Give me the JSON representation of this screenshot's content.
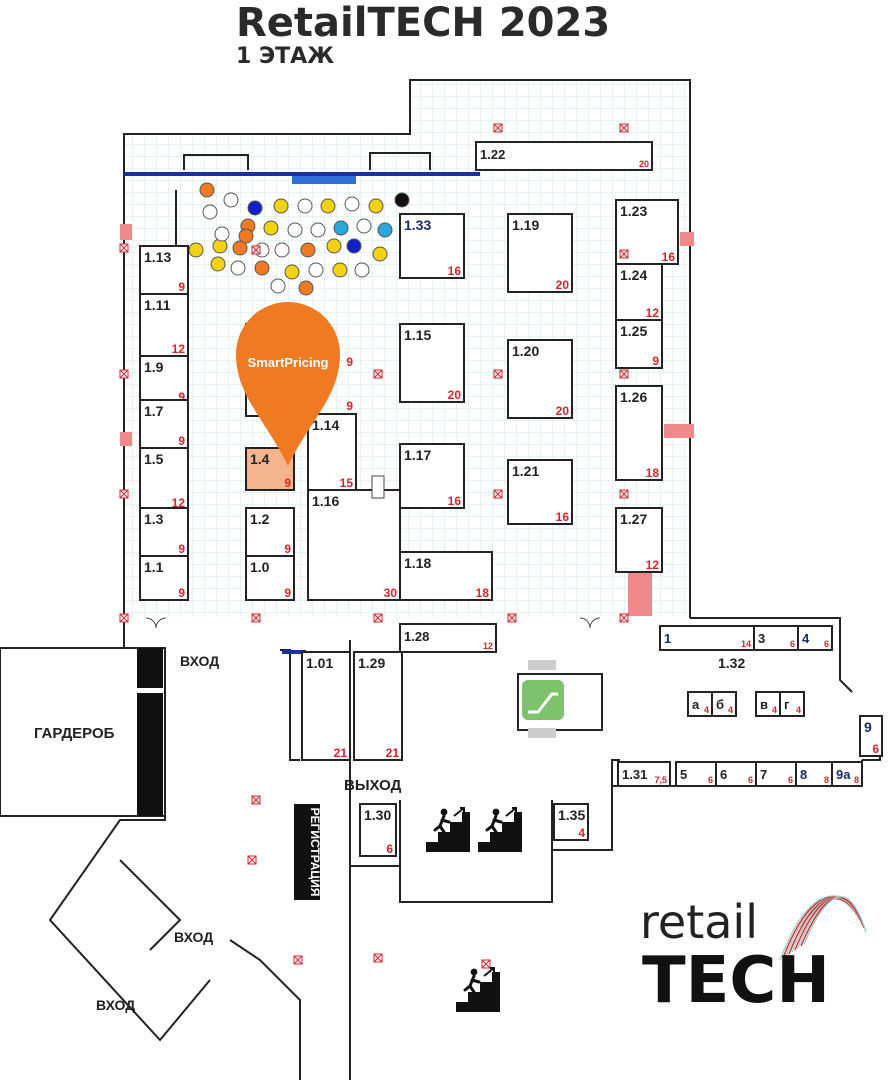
{
  "header": {
    "title": "RetailTECH 2023",
    "floor": "1 ЭТАЖ"
  },
  "marker": {
    "label": "SmartPricing",
    "target_booth": "1.4",
    "color": "#F07A22"
  },
  "booths": [
    {
      "id": "1.22",
      "area": "20"
    },
    {
      "id": "1.23",
      "area": "16"
    },
    {
      "id": "1.24",
      "area": "12"
    },
    {
      "id": "1.25",
      "area": "9"
    },
    {
      "id": "1.26",
      "area": "18"
    },
    {
      "id": "1.27",
      "area": "12"
    },
    {
      "id": "1.33",
      "area": "16"
    },
    {
      "id": "1.19",
      "area": "20"
    },
    {
      "id": "1.15",
      "area": "20"
    },
    {
      "id": "1.20",
      "area": "20"
    },
    {
      "id": "1.17",
      "area": "16"
    },
    {
      "id": "1.21",
      "area": "16"
    },
    {
      "id": "1.18",
      "area": "18"
    },
    {
      "id": "1.16",
      "area": "30"
    },
    {
      "id": "1.14",
      "area": "15"
    },
    {
      "id": "1.13",
      "area": "9"
    },
    {
      "id": "1.11",
      "area": "12"
    },
    {
      "id": "1.9",
      "area": "9"
    },
    {
      "id": "1.7",
      "area": "9"
    },
    {
      "id": "1.5",
      "area": "12"
    },
    {
      "id": "1.3",
      "area": "9"
    },
    {
      "id": "1.1",
      "area": "9"
    },
    {
      "id": "1.4",
      "area": "9"
    },
    {
      "id": "1.2",
      "area": "9"
    },
    {
      "id": "1.0",
      "area": "9"
    },
    {
      "id": "1.28",
      "area": "12"
    },
    {
      "id": "1.01",
      "area": "21"
    },
    {
      "id": "1.29",
      "area": "21"
    },
    {
      "id": "1.30",
      "area": "6"
    },
    {
      "id": "1.35",
      "area": "4"
    },
    {
      "id": "1.31",
      "area": "7,5"
    },
    {
      "id": "1",
      "area": "14"
    },
    {
      "id": "3",
      "area": "6"
    },
    {
      "id": "4",
      "area": "6"
    },
    {
      "id": "5",
      "area": "6"
    },
    {
      "id": "6",
      "area": "6"
    },
    {
      "id": "7",
      "area": "6"
    },
    {
      "id": "8",
      "area": "8"
    },
    {
      "id": "9а",
      "area": "8"
    },
    {
      "id": "9",
      "area": "6"
    },
    {
      "id": "а",
      "area": "4"
    },
    {
      "id": "б",
      "area": "4"
    },
    {
      "id": "в",
      "area": "4"
    },
    {
      "id": "г",
      "area": "4"
    }
  ],
  "hidden_area_labels": [
    "9",
    "9"
  ],
  "zone_labels": {
    "row_132": "1.32",
    "wardrobe": "ГАРДЕРОБ",
    "entrance": "ВХОД",
    "exit": "ВЫХОД",
    "registration": "РЕГИСТРАЦИЯ"
  },
  "logo": {
    "line1": "retail",
    "line2": "TECH"
  },
  "colors": {
    "wall": "#222222",
    "area_number": "#D8232A",
    "grid": "#BFE3DE",
    "stage_blue": "#1D2FA0",
    "highlight_booth": "#F4B48E",
    "door_red": "#F08A8A",
    "escalator": "#7DC36B"
  },
  "seats": [
    "orange",
    "white",
    "blue",
    "yellow",
    "white",
    "yellow",
    "white",
    "yellow",
    "black",
    "white",
    "orange",
    "yellow",
    "white",
    "white",
    "lightblue",
    "white",
    "lightblue",
    "yellow",
    "orange",
    "white",
    "white",
    "orange",
    "yellow",
    "blue",
    "yellow",
    "white",
    "orange",
    "yellow",
    "white",
    "yellow",
    "white",
    "yellow",
    "orange",
    "white",
    "orange",
    "yellow",
    "white"
  ]
}
